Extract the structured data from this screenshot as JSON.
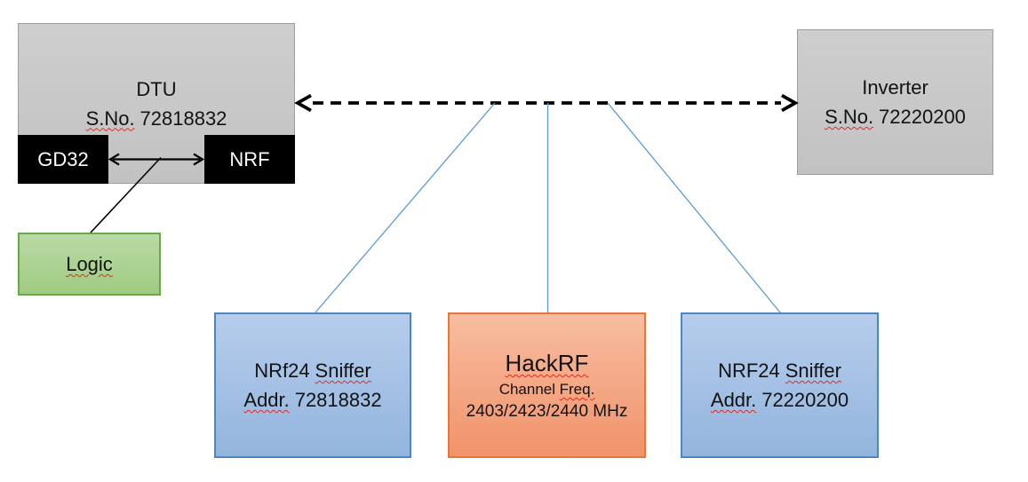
{
  "diagram": {
    "dtu": {
      "title": "DTU",
      "serial_label": "S.No.",
      "serial_number": "72818832",
      "gd32_label": "GD32",
      "nrf_label": "NRF"
    },
    "logic": {
      "label": "Logic"
    },
    "inverter": {
      "title": "Inverter",
      "serial_label": "S.No.",
      "serial_number": "72220200"
    },
    "sniffer_left": {
      "name_prefix": "NRf24",
      "name_word": "Sniffer",
      "addr_label": "Addr.",
      "addr_number": "72818832"
    },
    "hackrf": {
      "title": "HackRF",
      "freq_label_prefix": "Channel",
      "freq_label_word": "Freq.",
      "frequencies": "2403/2423/2440 MHz"
    },
    "sniffer_right": {
      "name_prefix": "NRF24",
      "name_word": "Sniffer",
      "addr_label": "Addr.",
      "addr_number": "72220200"
    }
  },
  "colors": {
    "text": "#121212",
    "gray_fill_top": "#cecece",
    "gray_fill_bottom": "#c2c2c2",
    "gray_border": "#9e9e9e",
    "chip_fill": "#000000",
    "chip_text": "#ffffff",
    "green_fill_top": "#b9daa5",
    "green_fill_bottom": "#a0cb82",
    "green_border": "#69a84c",
    "blue_fill_top": "#b6cdec",
    "blue_fill_bottom": "#93b4dd",
    "blue_border": "#4e86c0",
    "orange_fill_top": "#f8bda1",
    "orange_fill_bottom": "#f0936a",
    "orange_border": "#e8763a",
    "connector_blue": "#5b9bd5",
    "arrow_black": "#000000",
    "squiggle_red": "#e02b20"
  }
}
